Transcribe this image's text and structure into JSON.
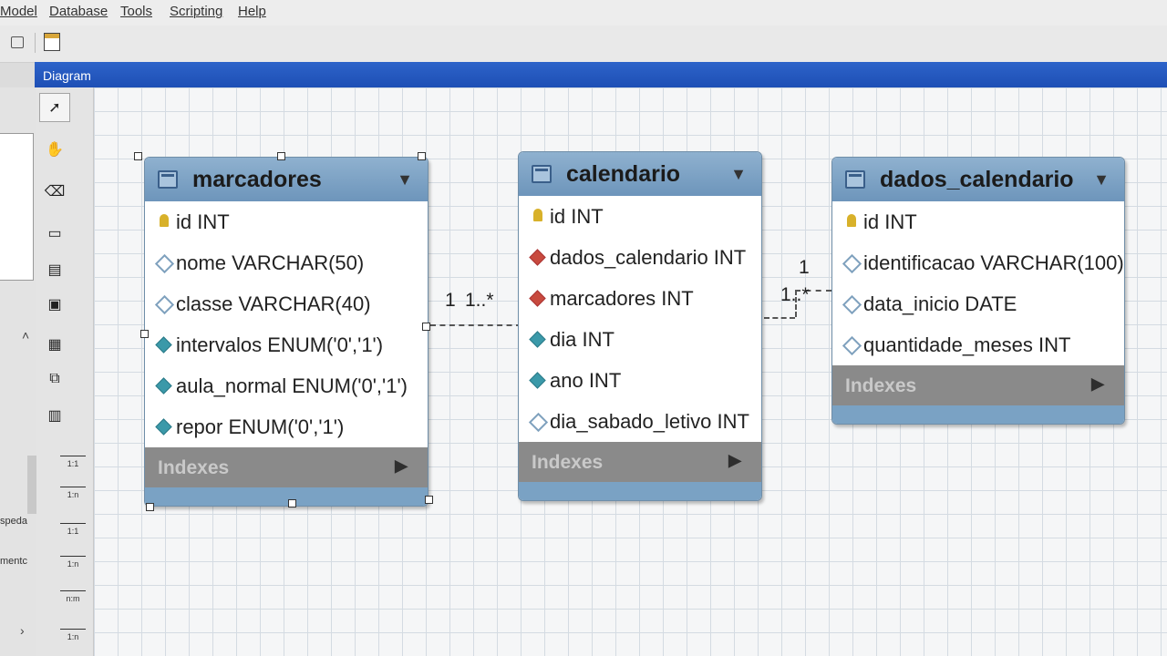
{
  "menu": {
    "items": [
      "Model",
      "Database",
      "Tools",
      "Scripting",
      "Help"
    ]
  },
  "diagram_tab": {
    "label": "Diagram"
  },
  "sidebar": {
    "labels": [
      "speda",
      "mentc"
    ]
  },
  "palette": {
    "relationship_tools": [
      "1:1",
      "1:n",
      "1:1",
      "1:n",
      "n:m",
      "1:n"
    ]
  },
  "tables": [
    {
      "name": "marcadores",
      "columns": [
        {
          "text": "id INT",
          "icon": "primary-key-icon"
        },
        {
          "text": "nome VARCHAR(50)",
          "icon": "column-icon"
        },
        {
          "text": "classe VARCHAR(40)",
          "icon": "column-icon"
        },
        {
          "text": "intervalos ENUM('0','1')",
          "icon": "not-null-column-icon"
        },
        {
          "text": "aula_normal ENUM('0','1')",
          "icon": "not-null-column-icon"
        },
        {
          "text": "repor ENUM('0','1')",
          "icon": "not-null-column-icon"
        }
      ],
      "indexes_label": "Indexes"
    },
    {
      "name": "calendario",
      "columns": [
        {
          "text": "id INT",
          "icon": "primary-key-icon"
        },
        {
          "text": "dados_calendario INT",
          "icon": "foreign-key-icon"
        },
        {
          "text": "marcadores INT",
          "icon": "foreign-key-icon"
        },
        {
          "text": "dia INT",
          "icon": "not-null-column-icon"
        },
        {
          "text": "ano INT",
          "icon": "not-null-column-icon"
        },
        {
          "text": "dia_sabado_letivo INT",
          "icon": "column-icon"
        }
      ],
      "indexes_label": "Indexes"
    },
    {
      "name": "dados_calendario",
      "columns": [
        {
          "text": "id INT",
          "icon": "primary-key-icon"
        },
        {
          "text": "identificacao VARCHAR(100)",
          "icon": "column-icon"
        },
        {
          "text": "data_inicio DATE",
          "icon": "column-icon"
        },
        {
          "text": "quantidade_meses INT",
          "icon": "column-icon"
        }
      ],
      "indexes_label": "Indexes"
    }
  ],
  "relationships": [
    {
      "from": "marcadores",
      "to": "calendario",
      "card_from": "1",
      "card_to": "1..*"
    },
    {
      "from": "dados_calendario",
      "to": "calendario",
      "card_from": "1",
      "card_to": "1..*"
    }
  ]
}
